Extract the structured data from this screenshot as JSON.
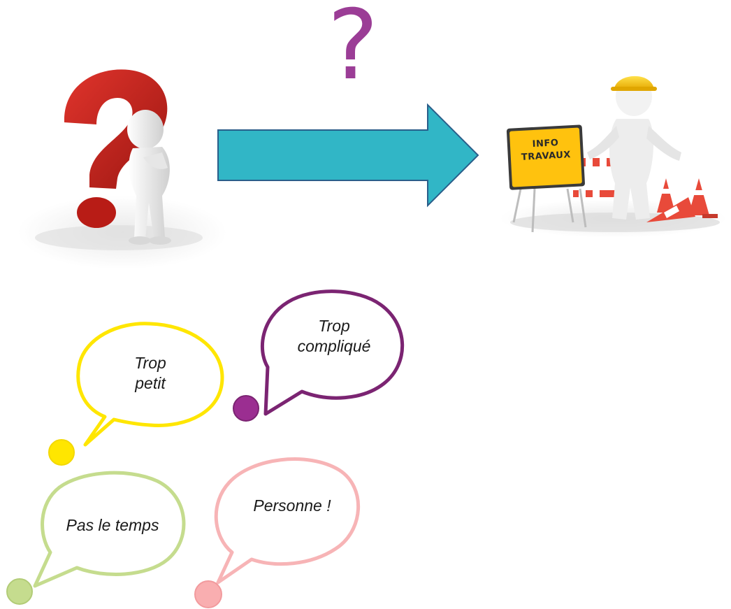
{
  "header": {
    "question_mark": "?"
  },
  "illustrations": {
    "thinker": {
      "icon": "question-thinker-icon"
    },
    "arrow": {
      "icon": "right-arrow-icon",
      "color": "#31b6c6"
    },
    "worker": {
      "icon": "construction-worker-icon",
      "sign_line1": "INFO",
      "sign_line2": "TRAVAUX"
    }
  },
  "bubbles": [
    {
      "text": "Trop\npetit",
      "color": "#ffe600"
    },
    {
      "text": "Trop\ncompliqué",
      "color": "#7b2472"
    },
    {
      "text": "Pas le temps",
      "color": "#c5dc8e"
    },
    {
      "text": "Personne !",
      "color": "#f7b4b6"
    }
  ],
  "colors": {
    "question": "#9b3d96",
    "sign_bg": "#ffc20e",
    "cone": "#e84a3a"
  }
}
